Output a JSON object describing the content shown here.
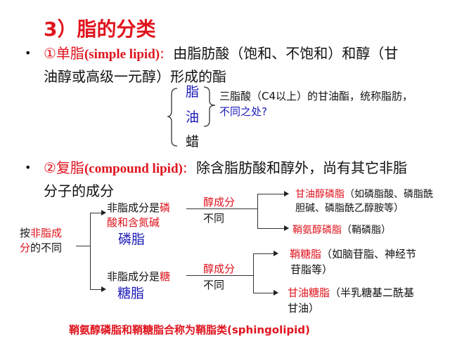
{
  "title": "3）脂的分类",
  "simple_lipid": {
    "bullet": "•",
    "label": "①单脂",
    "label_en": "(simple lipid)",
    "colon": ":",
    "desc_line1": "由脂肪酸（饱和、不饱和）和醇（甘",
    "desc_line2": "油醇或高级一元醇）形成的酯",
    "types": [
      "脂",
      "油",
      "蜡"
    ],
    "note_line1": "三脂酸（C4以上）的甘油酯，统称脂肪，",
    "note_line2": "不同之处?"
  },
  "compound_lipid": {
    "bullet": "•",
    "label": "②复脂",
    "label_en": "(compound lipid)",
    "colon": ":",
    "desc_line1": "除含脂肪酸和醇外，尚有其它非脂",
    "desc_line2": "分子的成分"
  },
  "diagram": {
    "root": {
      "prefix": "按",
      "highlight1": "非脂成",
      "highlight2": "分",
      "suffix": "的不同"
    },
    "phospho": {
      "line1_black": "非脂成分是",
      "line1_red": "磷",
      "line2_red": "酸和含氮碱",
      "name": "磷脂",
      "branch_red": "醇成分",
      "branch_black": "不同",
      "children": [
        {
          "name": "甘油醇磷脂",
          "detail1": "（如磷脂酸、磷脂酰",
          "detail2": "胆碱、磷脂酰乙醇胺等）"
        },
        {
          "name": "鞘氨醇磷脂",
          "detail1": "（鞘磷脂）",
          "detail2": ""
        }
      ]
    },
    "glyco": {
      "line1_black": "非脂成分是",
      "line1_red": "糖",
      "name": "糖脂",
      "branch_red": "醇成分",
      "branch_black": "不同",
      "children": [
        {
          "name": "鞘糖脂",
          "detail1": "（如脑苷脂、神经节",
          "detail2": "苷脂等）"
        },
        {
          "name": "甘油糖脂",
          "detail1": "（半乳糖基二酰基",
          "detail2": "甘油）"
        }
      ]
    }
  },
  "footer": "鞘氨醇磷脂和鞘糖脂合称为鞘脂类(sphingolipid)",
  "colors": {
    "red": "#e0141e",
    "blue": "#1a1ab8",
    "text": "#111111"
  }
}
